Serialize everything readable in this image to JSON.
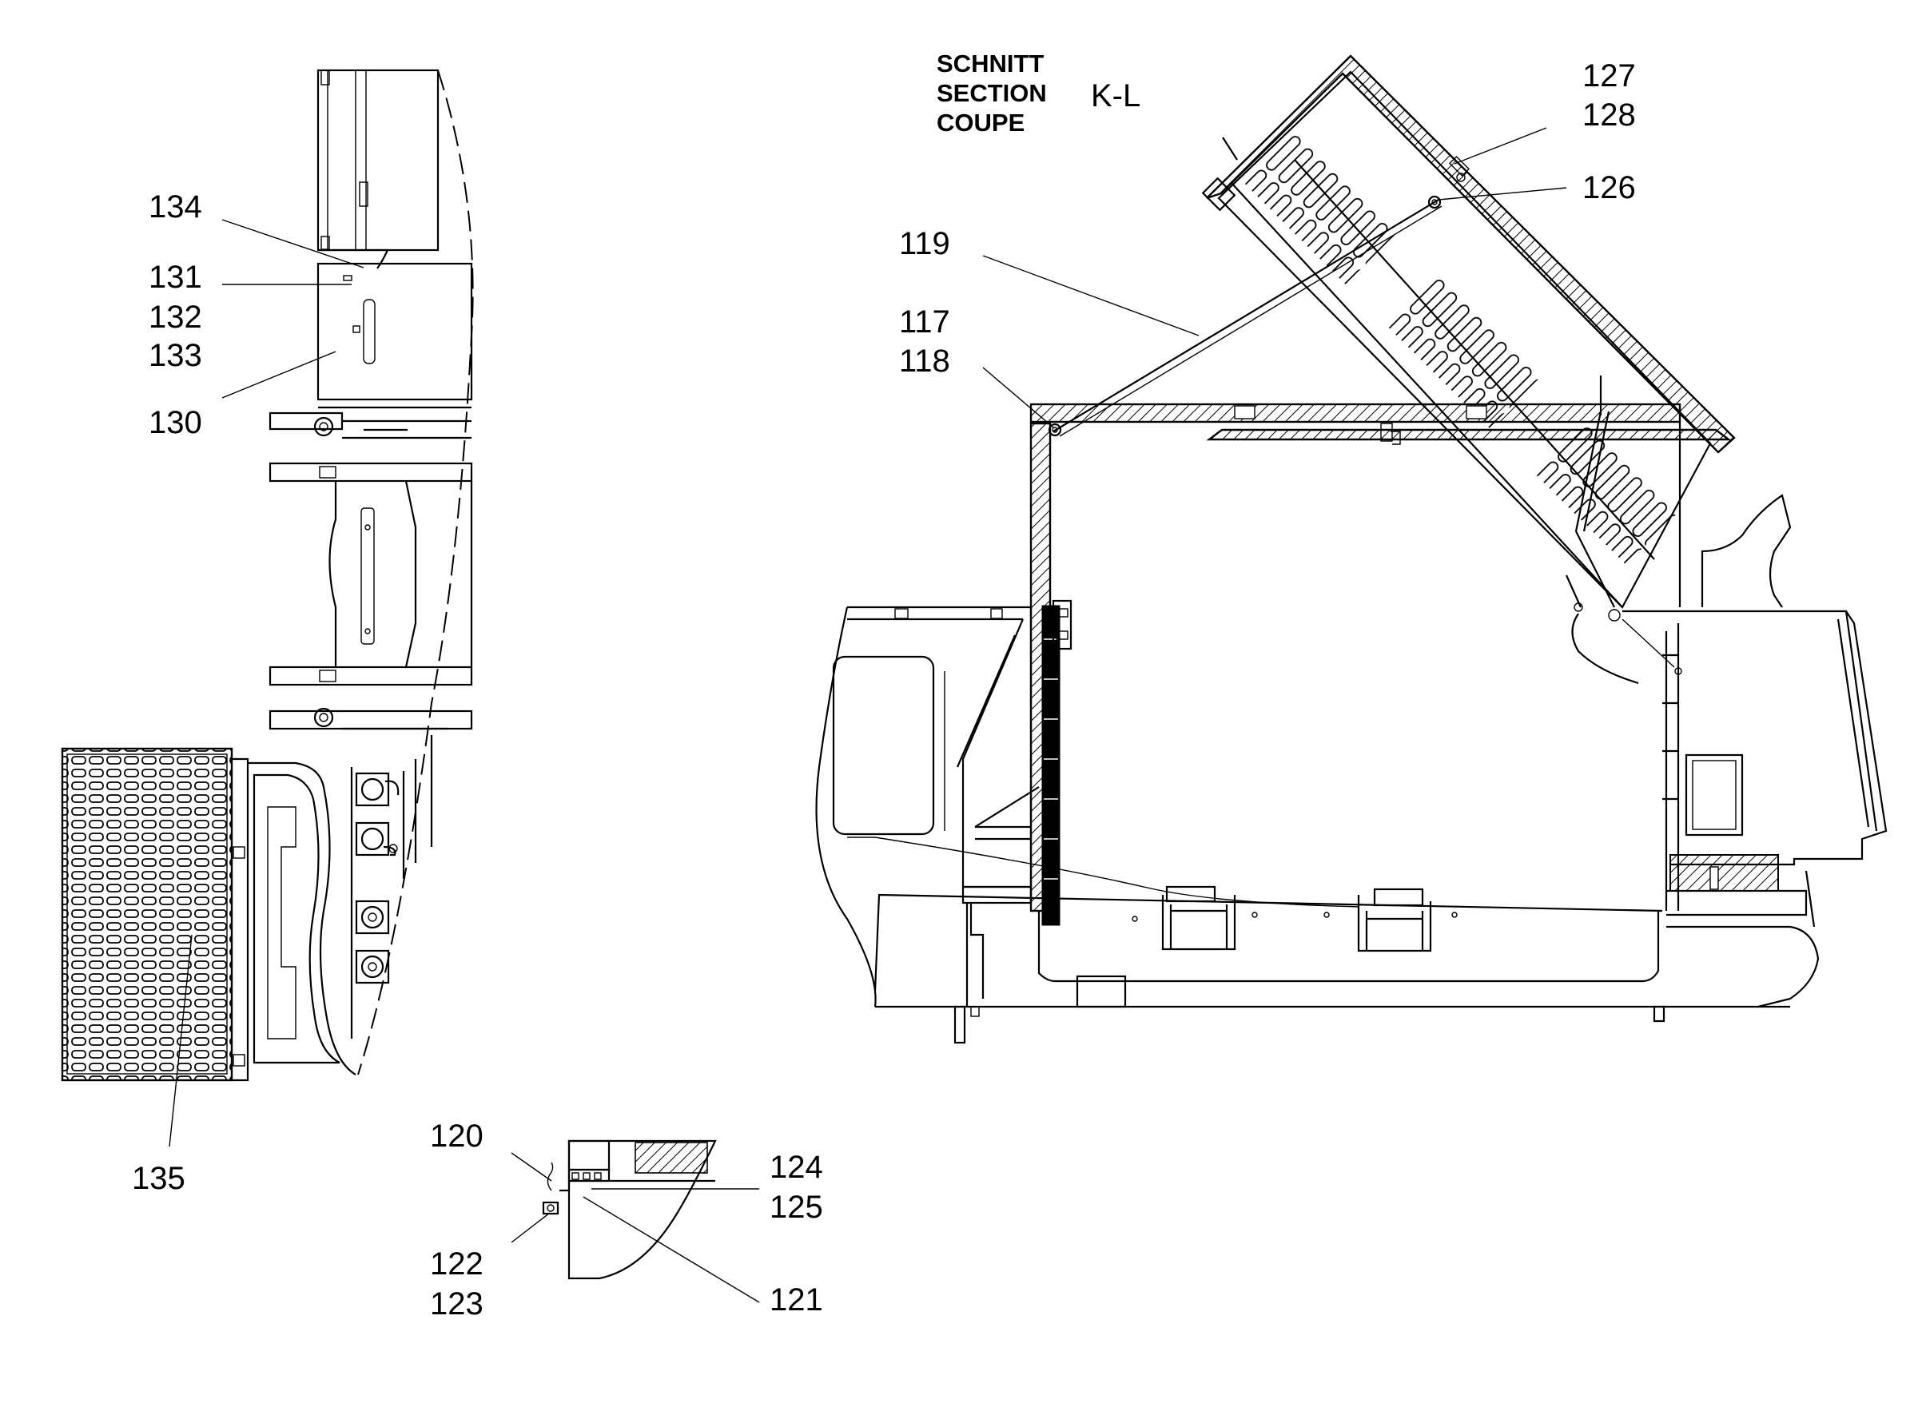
{
  "section": {
    "lines": [
      "SCHNITT",
      "SECTION",
      "COUPE"
    ],
    "id": "K-L"
  },
  "callouts": {
    "c134": "134",
    "c131": "131",
    "c132": "132",
    "c133": "133",
    "c130": "130",
    "c135": "135",
    "c120": "120",
    "c122": "122",
    "c123": "123",
    "c124": "124",
    "c125": "125",
    "c121": "121",
    "c119": "119",
    "c117": "117",
    "c118": "118",
    "c127": "127",
    "c128": "128",
    "c126": "126"
  }
}
